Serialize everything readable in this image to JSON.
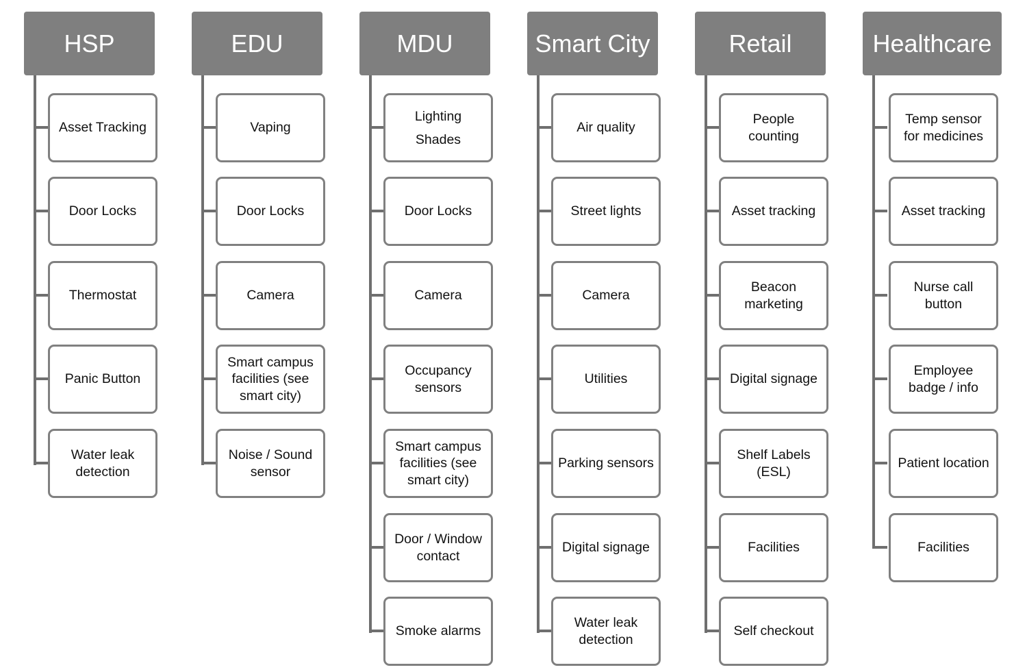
{
  "columns": [
    {
      "title": "HSP",
      "items": [
        "Asset Tracking",
        "Door Locks",
        "Thermostat",
        "Panic Button",
        "Water leak\ndetection"
      ]
    },
    {
      "title": "EDU",
      "items": [
        "Vaping",
        "Door Locks",
        "Camera",
        "Smart campus\nfacilities (see\nsmart city)",
        "Noise / Sound\nsensor"
      ]
    },
    {
      "title": "MDU",
      "items": [
        "Lighting\nShades",
        "Door Locks",
        "Camera",
        "Occupancy\nsensors",
        "Smart campus\nfacilities (see\nsmart city)",
        "Door / Window\ncontact",
        "Smoke alarms"
      ]
    },
    {
      "title": "Smart City",
      "items": [
        "Air quality",
        "Street lights",
        "Camera",
        "Utilities",
        "Parking sensors",
        "Digital signage",
        "Water leak\ndetection"
      ]
    },
    {
      "title": "Retail",
      "items": [
        "People\ncounting",
        "Asset tracking",
        "Beacon\nmarketing",
        "Digital signage",
        "Shelf Labels\n(ESL)",
        "Facilities",
        "Self checkout"
      ]
    },
    {
      "title": "Healthcare",
      "items": [
        "Temp sensor\nfor medicines",
        "Asset tracking",
        "Nurse call\nbutton",
        "Employee\nbadge / info",
        "Patient location",
        "Facilities"
      ]
    }
  ]
}
